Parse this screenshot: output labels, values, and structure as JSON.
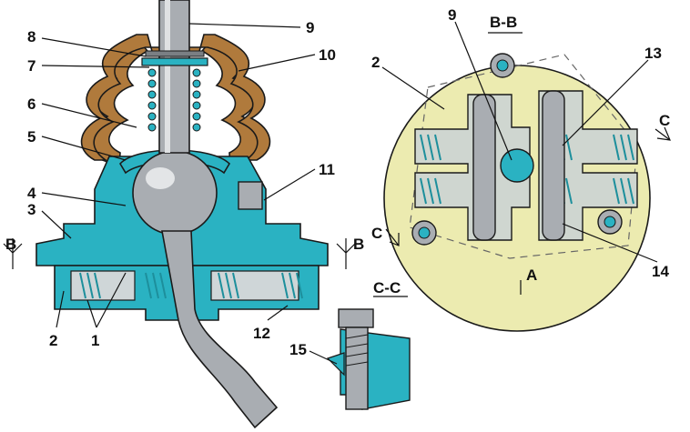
{
  "colors": {
    "boot": "#b07a3c",
    "housing": "#2ab2c2",
    "steel": "#a9adb2",
    "plate": "#ecebb0",
    "outline": "#1a1a1a"
  },
  "sections": {
    "bb": "B-B",
    "cc": "C-C",
    "marker_a": "A",
    "b_left": "B",
    "b_right": "B",
    "c_left": "C",
    "c_right": "C"
  },
  "callouts": {
    "n1": "1",
    "n2_left": "2",
    "n3": "3",
    "n4": "4",
    "n5": "5",
    "n6": "6",
    "n7": "7",
    "n8": "8",
    "n9_left": "9",
    "n10": "10",
    "n11": "11",
    "n12": "12",
    "n2_right": "2",
    "n9_right": "9",
    "n13": "13",
    "n14": "14",
    "n15": "15"
  }
}
